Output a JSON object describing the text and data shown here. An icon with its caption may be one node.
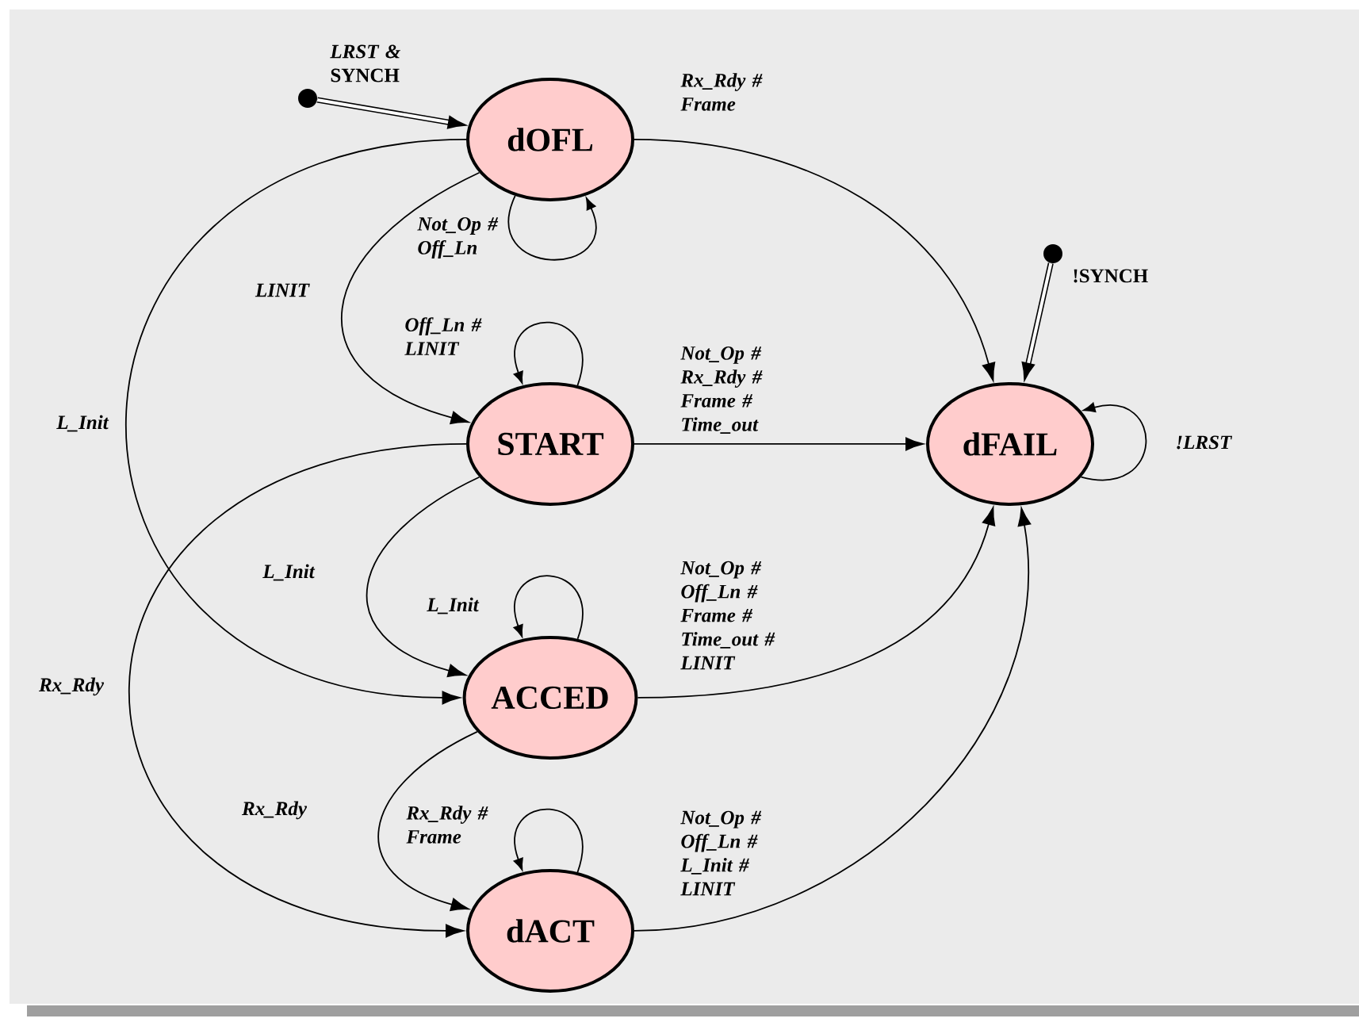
{
  "diagram": {
    "nodes": [
      {
        "text": [],
        "shape": "circle"
      },
      {
        "text": [
          "dOFL"
        ]
      },
      {
        "text": [],
        "shape": "circle"
      },
      {
        "text": [
          "START"
        ]
      },
      {
        "text": [
          "dFAIL"
        ]
      },
      {
        "text": [
          "ACCED"
        ]
      },
      {
        "text": [
          "dACT"
        ]
      }
    ],
    "edges": [
      {
        "from": 0,
        "to": 1,
        "arrow": "to",
        "label": "*LRST &* SYNCH",
        "style": "thick"
      },
      {
        "from": 1,
        "to": 4,
        "arrow": "to",
        "label": "Rx_Rdy # Frame"
      },
      {
        "from": 1,
        "to": 1,
        "arrow": "to",
        "label": "Not_Op # Off_Ln"
      },
      {
        "from": 1,
        "to": 3,
        "arrow": "to",
        "label": "LINIT"
      },
      {
        "from": 1,
        "to": 5,
        "arrow": "to",
        "label": "L_Init"
      },
      {
        "from": 2,
        "to": 4,
        "arrow": "to",
        "label": "!SYNCH",
        "style": "thick"
      },
      {
        "from": 3,
        "to": 3,
        "arrow": "to",
        "label": "Off_Ln # LINIT"
      },
      {
        "from": 3,
        "to": 4,
        "arrow": "to",
        "label": "Not_Op # Rx_Rdy # Frame # Time_out"
      },
      {
        "from": 3,
        "to": 5,
        "arrow": "to",
        "label": "L_Init"
      },
      {
        "from": 3,
        "to": 6,
        "arrow": "to",
        "label": "Rx_Rdy"
      },
      {
        "from": 4,
        "to": 4,
        "arrow": "to",
        "label": "!LRST"
      },
      {
        "from": 5,
        "to": 5,
        "arrow": "to",
        "label": "L_Init"
      },
      {
        "from": 5,
        "to": 4,
        "arrow": "to",
        "label": "Not_Op # Off_Ln # Frame # Time_out # LINIT"
      },
      {
        "from": 5,
        "to": 6,
        "arrow": "to",
        "label": "Rx_Rdy"
      },
      {
        "from": 6,
        "to": 6,
        "arrow": "to",
        "label": "Rx_Rdy # Frame"
      },
      {
        "from": 6,
        "to": 4,
        "arrow": "to",
        "label": "Not_Op # Off_Ln # L_Init # LINIT"
      }
    ]
  }
}
